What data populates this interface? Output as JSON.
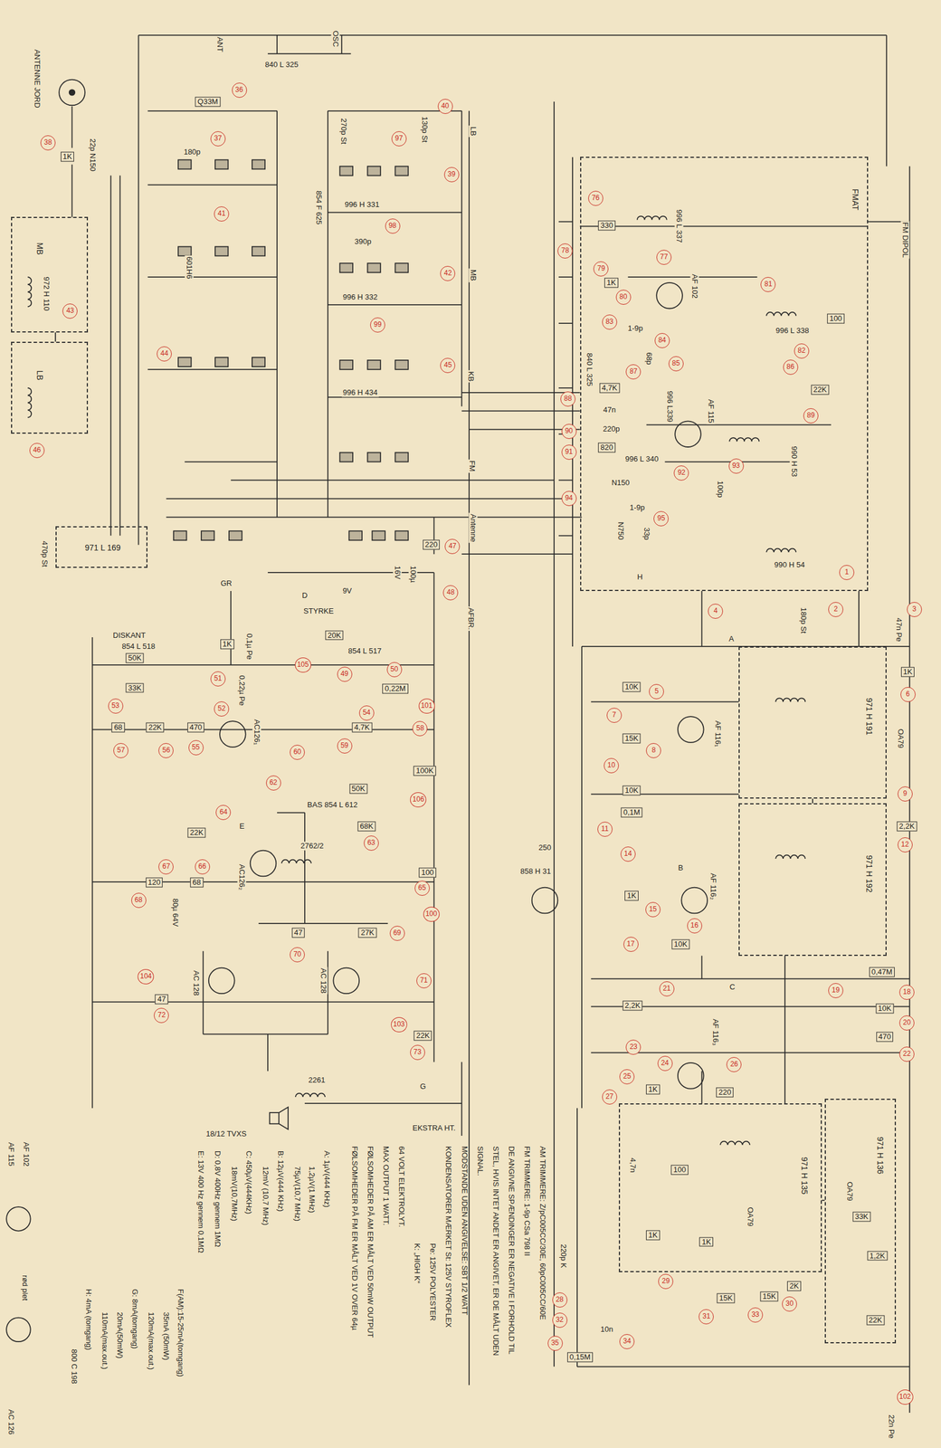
{
  "diagram": {
    "nodes": [
      {
        "text": [
          "FMAT"
        ]
      },
      {
        "text": [
          "MB"
        ]
      },
      {
        "text": [
          "LB"
        ]
      },
      {
        "text": [
          "971 L 169"
        ]
      },
      {
        "text": [
          "971 H 191"
        ]
      },
      {
        "text": [
          "971 H 192"
        ]
      },
      {
        "text": [
          "971 H 135"
        ]
      },
      {
        "text": [
          "971 H 136"
        ]
      }
    ],
    "edges": [
      {
        "from": 0,
        "to": 4,
        "arrow": "none"
      },
      {
        "from": 4,
        "to": 5,
        "arrow": "none"
      },
      {
        "from": 5,
        "to": 6,
        "arrow": "none"
      },
      {
        "from": 6,
        "to": 7,
        "arrow": "none"
      },
      {
        "from": 1,
        "to": 2,
        "arrow": "none"
      }
    ],
    "labels": [
      "1",
      "2",
      "3",
      "4",
      "5",
      "6",
      "7",
      "8",
      "9",
      "10",
      "11",
      "12",
      "14",
      "15",
      "16",
      "17",
      "18",
      "19",
      "20",
      "21",
      "22",
      "23",
      "24",
      "25",
      "26",
      "27",
      "28",
      "29",
      "30",
      "31",
      "32",
      "33",
      "34",
      "35",
      "36",
      "37",
      "38",
      "39",
      "40",
      "41",
      "42",
      "43",
      "44",
      "45",
      "46",
      "47",
      "48",
      "49",
      "50",
      "51",
      "52",
      "53",
      "54",
      "55",
      "56",
      "57",
      "58",
      "59",
      "60",
      "62",
      "63",
      "64",
      "65",
      "66",
      "67",
      "68",
      "69",
      "70",
      "71",
      "72",
      "73",
      "76",
      "77",
      "78",
      "79",
      "80",
      "81",
      "82",
      "83",
      "84",
      "85",
      "86",
      "87",
      "88",
      "89",
      "90",
      "91",
      "92",
      "93",
      "94",
      "95",
      "97",
      "98",
      "99",
      "100",
      "101",
      "102",
      "103",
      "104",
      "105",
      "106",
      "ANTENNE JORD",
      "ANT",
      "OSC",
      "840 L 325",
      "1K",
      "22p N150",
      "Q33M",
      "180p",
      "601H6",
      "972 H 110",
      "270p St",
      "130p St",
      "996 H 331",
      "854 F 625",
      "390p",
      "996 H 332",
      "996 H 434",
      "LB",
      "MB",
      "KB",
      "FM",
      "Antenne",
      "AFBR.",
      "470p St",
      "220",
      "16V",
      "100µ",
      "STYRKE",
      "9V",
      "D",
      "20K",
      "854 L 517",
      "GR",
      "1K",
      "0,1µ Pe",
      "DISKANT",
      "854 L 518",
      "50K",
      "33K",
      "68",
      "22K",
      "470",
      "0,22µ Pe",
      "AC126₁",
      "0,22M",
      "4,7K",
      "100K",
      "50K",
      "BAS 854 L 612",
      "68K",
      "22K",
      "E",
      "AC126₂",
      "2762/2",
      "120",
      "68",
      "100",
      "80µ 64V",
      "47",
      "27K",
      "AC 128",
      "AC 128",
      "47",
      "22K",
      "G",
      "2261",
      "EKSTRA HT.",
      "18/12 TVXS",
      "FM DIPOL",
      "996 L 337",
      "330",
      "1K",
      "AF 102",
      "996 L 338",
      "100",
      "1-9p",
      "68p",
      "4,7K",
      "47n",
      "220p",
      "820",
      "996 L339",
      "AF 115",
      "22K",
      "990 H 53",
      "996 L 340",
      "N150",
      "1-9p",
      "33p",
      "N750",
      "100p",
      "840 L 325",
      "H",
      "990 H 54",
      "180p St",
      "47n Pe",
      "A",
      "1K",
      "10K",
      "15K",
      "AF 116₁",
      "10K",
      "0,1M",
      "2,2K",
      "OA79",
      "B",
      "AF 116₂",
      "250",
      "858 H 31",
      "1K",
      "10K",
      "0,47M",
      "10K",
      "470",
      "C",
      "2,2K",
      "AF 116₃",
      "220",
      "1K",
      "100",
      "4,7n",
      "OA79",
      "OA79",
      "33K",
      "1K",
      "1K",
      "1,2K",
      "22K",
      "15K",
      "15K",
      "2K",
      "220p K",
      "0,15M",
      "10n",
      "22n Pe",
      "AF 102",
      "AF 115",
      "rød plet",
      "AC 126",
      "800 C 198",
      "AM TRIMMERE: Z/pC005CC/30E, 60pC005CC/60E",
      "FM TRIMMERE: 1-9p CSa 798 II",
      "DE ANGIVNE SPÆNDINGER ER NEGATIVE I FORHOLD TIL",
      "STEL, HVIS INTET ANDET ER ANGIVET, ER DE MÅLT UDEN",
      "SIGNAL.",
      "MODSTANDE UDEN ANGIVELSE: SBT 1/2 WATT",
      "KONDENSATORER MÆRKET St: 125V STYROFLEX",
      "Pe: 125V POLYESTER",
      "K: „HIGH K“",
      "64 VOLT ELEKTROLYT.",
      "MAX OUTPUT 1 WATT.",
      "FØLSOMHEDER PÅ AM ER MÅLT VED 50mW OUTPUT",
      "FØLSOMHEDER PÅ FM ER MÅLT VED 1V OVER 64µ",
      "A: 1µV(444 KHz)",
      "1,2µV(1 MHz)",
      "75µV(10,7 MHz)",
      "B: 12µV(444 KHz)",
      "12mV (10,7 MHz)",
      "C: 450µV(444KHz)",
      "18mV(10,7MHz)",
      "D: 0,8V 400Hz gennem 1MΩ",
      "E: 13V 400 Hz gennem 0,1MΩ",
      "F(AM):15-25mA(tomgang)",
      "35mA (50mW)",
      "120mA(max.out.)",
      "G: 8mA(tomgang)",
      "20mA(50mW)",
      "110mA(max.out.)",
      "H: 4mA (tomgang)"
    ]
  }
}
